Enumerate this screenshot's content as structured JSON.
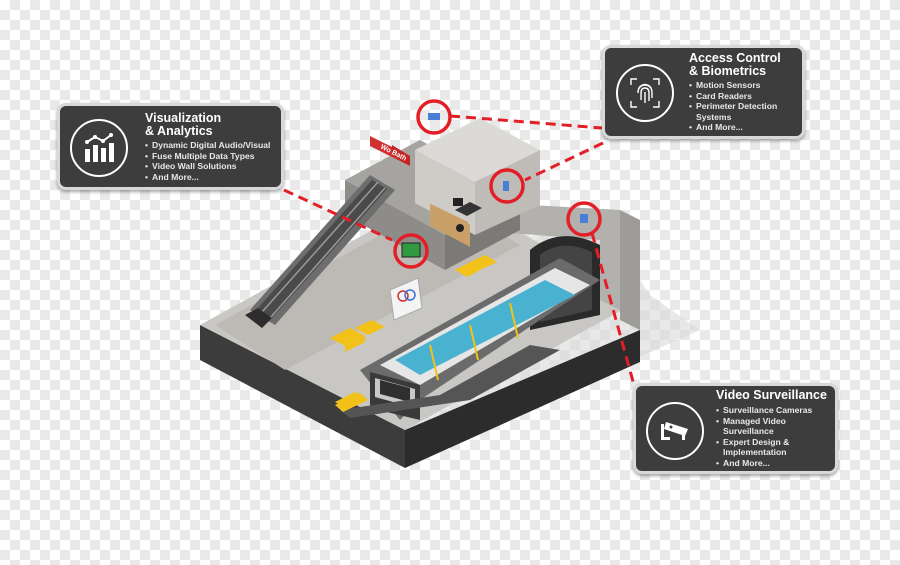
{
  "station": {
    "sign_text": "Wo Bath"
  },
  "callouts": {
    "visualization": {
      "title_line1": "Visualization",
      "title_line2": "& Analytics",
      "icon": "bar-chart-icon",
      "items": [
        "Dynamic Digital Audio/Visual",
        "Fuse Multiple Data Types",
        "Video Wall Solutions",
        "And More..."
      ]
    },
    "access": {
      "title_line1": "Access Control",
      "title_line2": "& Biometrics",
      "icon": "fingerprint-icon",
      "items": [
        "Motion Sensors",
        "Card Readers",
        "Perimeter Detection Systems",
        "And More..."
      ]
    },
    "video": {
      "title_line1": "Video Surveillance",
      "icon": "cctv-camera-icon",
      "items": [
        "Surveillance Cameras",
        "Managed Video Surveillance",
        "Expert Design & Implementation",
        "And More..."
      ]
    }
  },
  "colors": {
    "callout_bg": "#3d3d3d",
    "highlight_ring": "#e31e26",
    "connector": "#e31e26",
    "seat_yellow": "#f2c219",
    "train_grey": "#6b6b6b"
  }
}
